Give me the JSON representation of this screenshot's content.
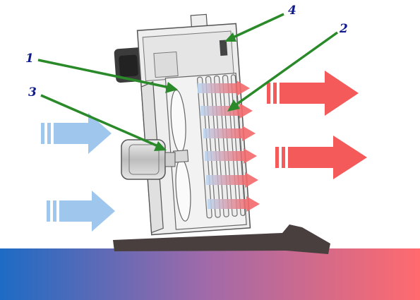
{
  "callouts": [
    {
      "id": "callout-1",
      "label": "1"
    },
    {
      "id": "callout-2",
      "label": "2"
    },
    {
      "id": "callout-3",
      "label": "3"
    },
    {
      "id": "callout-4",
      "label": "4"
    }
  ],
  "colors": {
    "cold_air": "#9fc6ec",
    "hot_air": "#f45a5a",
    "pointer_green": "#2a8a2a",
    "label_blue": "#0f1b8c",
    "gradient_cold": "#1d6bc4",
    "gradient_mid": "#a36aa8",
    "gradient_hot": "#ff6a6e",
    "casing_outline": "#555555",
    "stand": "#4a3f3f"
  },
  "icons": [
    "cold-air-arrow",
    "hot-air-arrow",
    "fan-blade",
    "heating-element",
    "motor",
    "power-plug"
  ]
}
